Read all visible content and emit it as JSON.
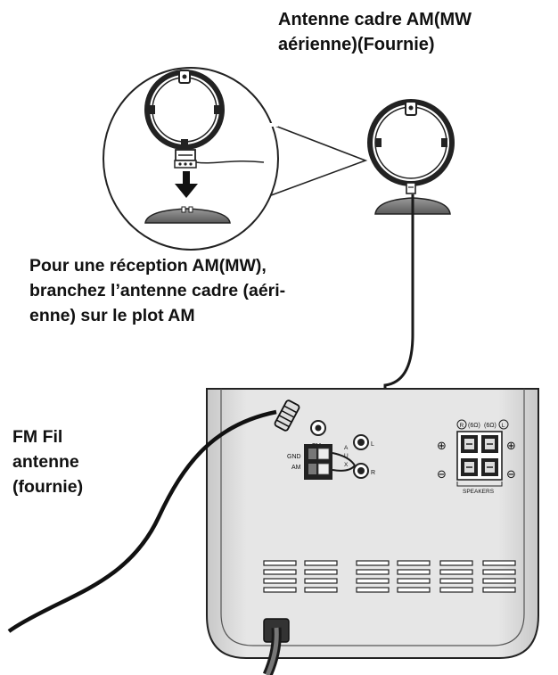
{
  "labels": {
    "am_antenna_title": [
      "Antenne cadre AM(MW",
      "aérienne)(Fournie)"
    ],
    "am_instruction": [
      "Pour une réception AM(MW),",
      "branchez l’antenne cadre (aéri-",
      "enne) sur le plot AM"
    ],
    "fm_antenna": [
      "FM Fil",
      "antenne",
      "(fournie)"
    ]
  },
  "panel": {
    "fm_jack": "FM",
    "gnd": "GND",
    "am": "AM",
    "switch_a": "A",
    "switch_u": "U",
    "switch_x": "X",
    "out_l": "L",
    "out_r": "R",
    "speakers": "SPEAKERS",
    "spk_r": "R",
    "spk_l": "L",
    "ohm_r": "(6Ω)",
    "ohm_l": "(6Ω)",
    "plus_symbol": "⊕",
    "minus_symbol": "⊖"
  }
}
